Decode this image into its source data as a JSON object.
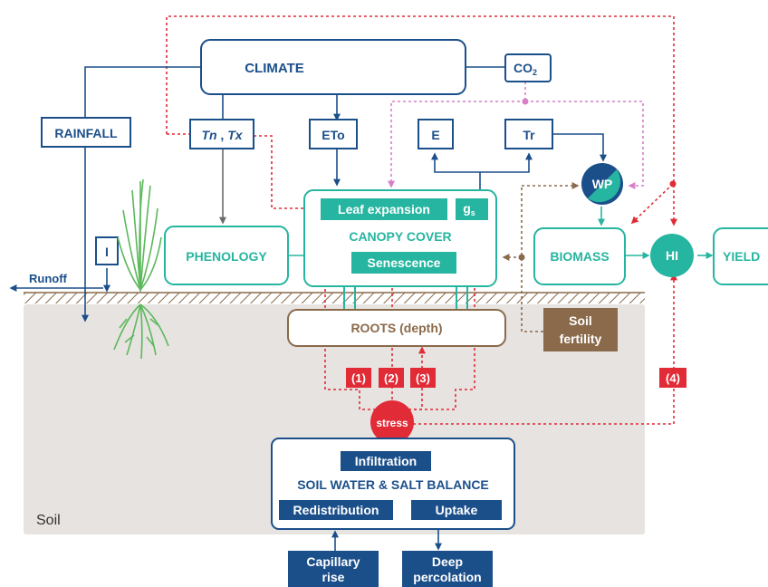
{
  "colors": {
    "blue": "#1b4f8a",
    "teal": "#26b5a0",
    "brown": "#8a6a4a",
    "red": "#e12b36",
    "pink": "#d77fc8",
    "soil": "#e6e3e1"
  },
  "nodes": {
    "climate": "CLIMATE",
    "co2_main": "CO",
    "co2_sub": "2",
    "rainfall": "RAINFALL",
    "tn": "Tn",
    "tn_sep": " , ",
    "tx": "Tx",
    "eto": "ETo",
    "e": "E",
    "tr": "Tr",
    "irrigation": "I",
    "runoff": "Runoff",
    "phenology": "PHENOLOGY",
    "leaf_expansion": "Leaf expansion",
    "gs_main": "g",
    "gs_sub": "s",
    "canopy_cover": "CANOPY COVER",
    "senescence": "Senescence",
    "wp": "WP",
    "biomass": "BIOMASS",
    "hi": "HI",
    "yield": "YIELD",
    "roots": "ROOTS (depth)",
    "soil_fertility_1": "Soil",
    "soil_fertility_2": "fertility",
    "stress": "stress",
    "stress_1": "(1)",
    "stress_2": "(2)",
    "stress_3": "(3)",
    "stress_4": "(4)",
    "infiltration": "Infiltration",
    "soil_balance": "SOIL WATER & SALT BALANCE",
    "redistribution": "Redistribution",
    "uptake": "Uptake",
    "soil_label": "Soil",
    "capillary_1": "Capillary",
    "capillary_2": "rise",
    "deep_1": "Deep",
    "deep_2": "percolation"
  }
}
